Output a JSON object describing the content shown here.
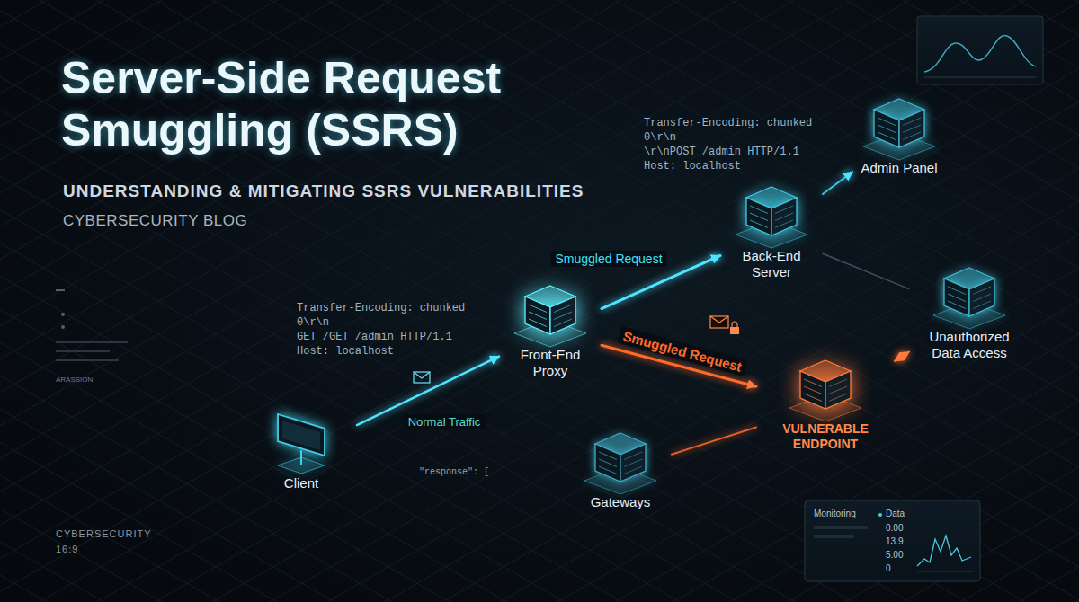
{
  "diagram": {
    "title": "Server-Side Request Smuggling (SSRS)",
    "nodes": [
      {
        "text": [
          "Client"
        ]
      },
      {
        "text": [
          "Front-End Proxy"
        ]
      },
      {
        "text": [
          "Back-End Server"
        ]
      },
      {
        "text": [
          "Admin Panel"
        ]
      },
      {
        "text": [
          "VULNERABLE ENDPOINT"
        ]
      },
      {
        "text": [
          "Unauthorized Data Access"
        ]
      },
      {
        "text": [
          "Gateways"
        ]
      }
    ],
    "edges": [
      {
        "from": 0,
        "to": 1,
        "arrow": "to",
        "label": "Normal Traffic"
      },
      {
        "from": 1,
        "to": 2,
        "arrow": "to",
        "label": "Smuggled Request"
      },
      {
        "from": 2,
        "to": 3,
        "arrow": "to"
      },
      {
        "from": 1,
        "to": 4,
        "arrow": "to",
        "label": "Smuggled Request"
      },
      {
        "from": 4,
        "to": 5,
        "arrow": "both"
      },
      {
        "from": 6,
        "to": 4,
        "arrow": "none"
      },
      {
        "from": 2,
        "to": 5,
        "arrow": "none"
      }
    ],
    "labels": [
      "UNDERSTANDING & MITIGATING SSRS VULNERABILITIES",
      "CYBERSECURITY BLOG",
      "Transfer-Encoding: chunked",
      "0\\r\\n",
      "GET /GET /admin HTTP/1.1",
      "Host: localhost",
      "Transfer-Encoding: chunked",
      "0\\r\\n",
      "\\r\\nPOST /admin HTTP/1.1",
      "Host: localhost",
      "\"response\": [",
      "Monitoring",
      "Data",
      "0.00",
      "13.9",
      "5.00",
      "0",
      "CYBERSECURITY",
      "16:9",
      "ARASSION"
    ]
  }
}
